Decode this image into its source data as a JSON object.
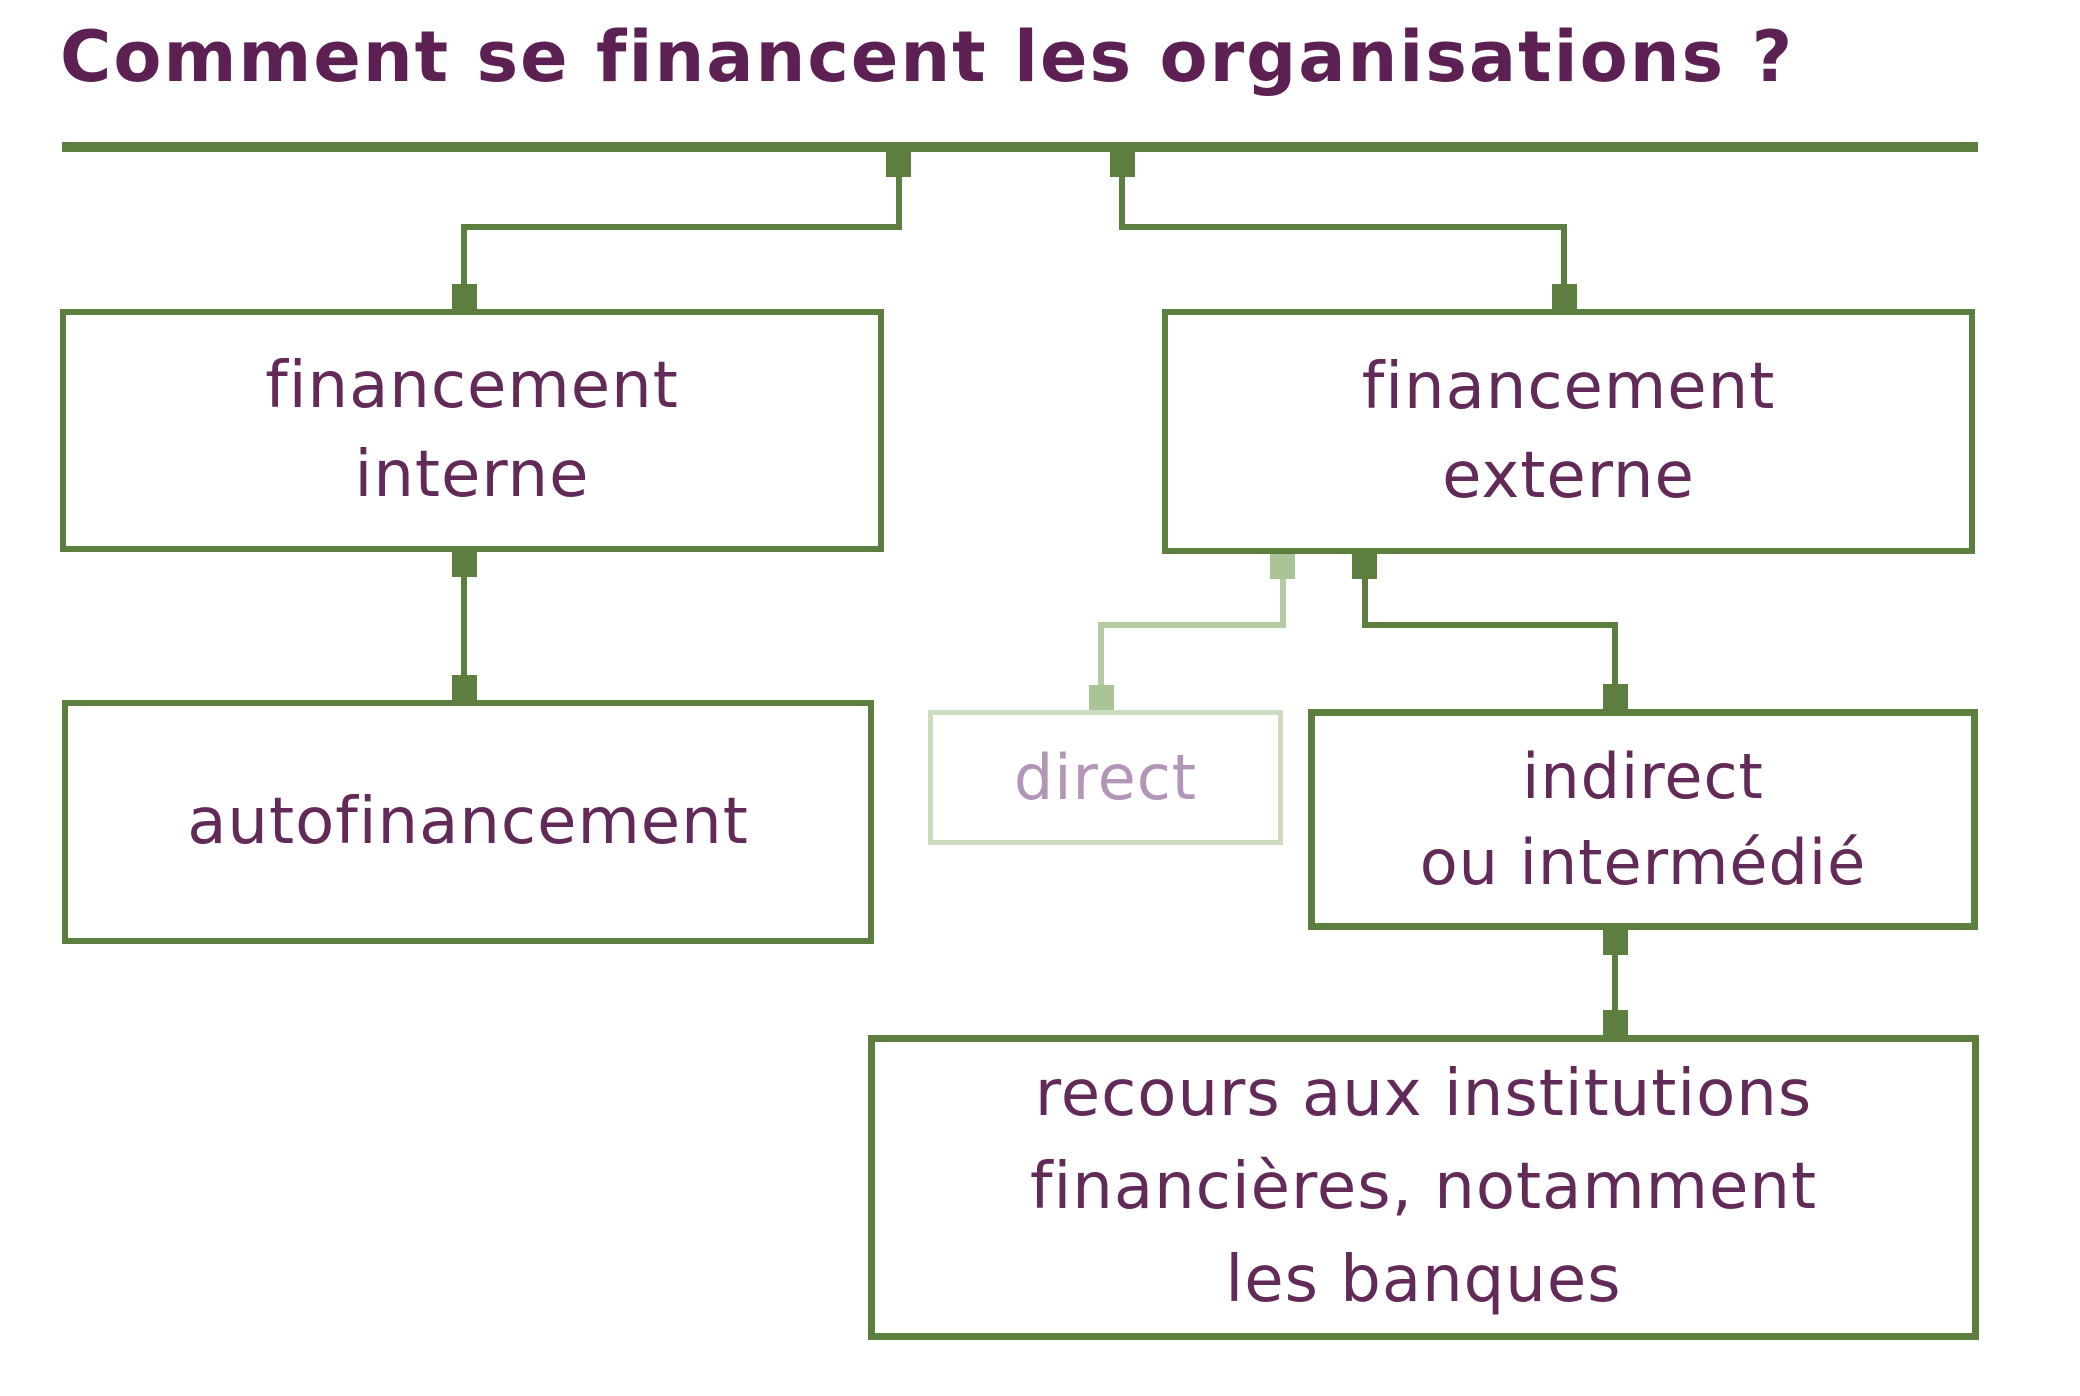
{
  "title": "Comment se financent les organisations ?",
  "nodes": {
    "financement_interne": "financement\ninterne",
    "financement_externe": "financement\nexterne",
    "autofinancement": "autofinancement",
    "direct": "direct",
    "indirect": "indirect\nou intermédié",
    "recours": "recours aux institutions\nfinancières, notamment\nles banques"
  },
  "edges": [
    {
      "from": "title",
      "to": "financement_interne",
      "style": "solid"
    },
    {
      "from": "title",
      "to": "financement_externe",
      "style": "solid"
    },
    {
      "from": "financement_interne",
      "to": "autofinancement",
      "style": "solid"
    },
    {
      "from": "financement_externe",
      "to": "direct",
      "style": "faded"
    },
    {
      "from": "financement_externe",
      "to": "indirect",
      "style": "solid"
    },
    {
      "from": "indirect",
      "to": "recours",
      "style": "solid"
    }
  ],
  "colors": {
    "title_purple": "#5c2152",
    "text_purple": "#622a57",
    "line_green": "#5c7f3f",
    "faded_line_green": "#b4cba2",
    "faded_anchor_green": "#aac497",
    "faded_box_border": "#ccdcbf",
    "faded_text_purple": "#b296b8",
    "background": "#ffffff"
  }
}
